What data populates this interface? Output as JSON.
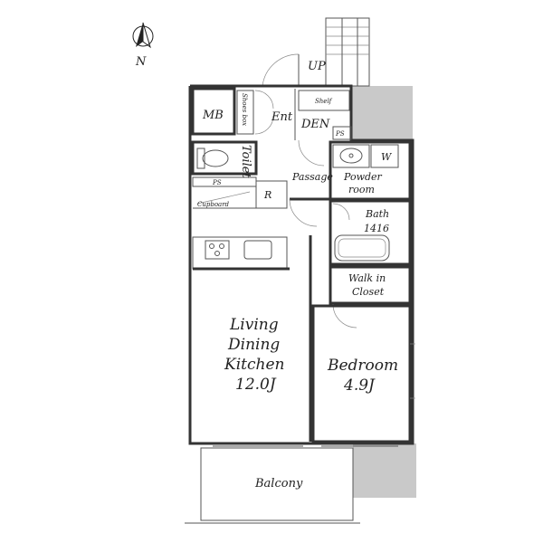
{
  "compass": {
    "label": "N",
    "icon": "north-arrow-icon"
  },
  "rooms": {
    "up": "UP",
    "mb": "MB",
    "shoes_box": "Shoes box",
    "ent": "Ent",
    "shelf": "Shelf",
    "den": "DEN",
    "ps_den": "PS",
    "toilet": "Toilet",
    "passage": "Passage",
    "powder_room_line1": "Powder",
    "powder_room_line2": "room",
    "w": "W",
    "ps_left": "PS",
    "r": "R",
    "cupboard": "Cupboard",
    "bath_line1": "Bath",
    "bath_line2": "1416",
    "walk_in_line1": "Walk in",
    "walk_in_line2": "Closet",
    "ldk_line1": "Living",
    "ldk_line2": "Dining",
    "ldk_line3": "Kitchen",
    "ldk_size": "12.0J",
    "bedroom_line1": "Bedroom",
    "bedroom_size": "4.9J",
    "balcony": "Balcony"
  },
  "colors": {
    "wall": "#333333",
    "shade": "#c9c9c9"
  }
}
